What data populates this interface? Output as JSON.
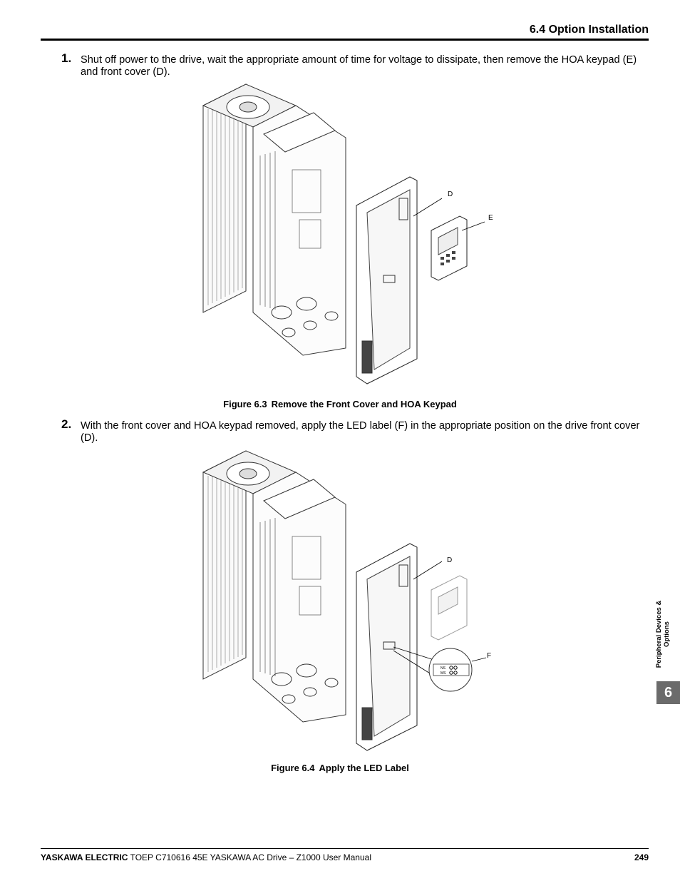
{
  "header": {
    "section_title": "6.4 Option Installation"
  },
  "steps": [
    {
      "number": "1.",
      "text": "Shut off power to the drive, wait the appropriate amount of time for voltage to dissipate, then remove the HOA keypad (E) and front cover (D)."
    },
    {
      "number": "2.",
      "text": "With the front cover and HOA keypad removed, apply the LED label (F) in the appropriate position on the drive front cover (D)."
    }
  ],
  "figures": [
    {
      "number": "Figure 6.3",
      "caption": "Remove the Front Cover and HOA Keypad",
      "callouts": [
        "D",
        "E"
      ]
    },
    {
      "number": "Figure 6.4",
      "caption": "Apply the LED Label",
      "callouts": [
        "D",
        "F"
      ],
      "led_labels": [
        "NS",
        "MS"
      ]
    }
  ],
  "side_tab": {
    "text": "Peripheral Devices & Options",
    "chapter": "6"
  },
  "footer": {
    "brand": "YASKAWA ELECTRIC",
    "doc": "TOEP C710616 45E YASKAWA AC Drive – Z1000 User Manual",
    "page": "249"
  }
}
